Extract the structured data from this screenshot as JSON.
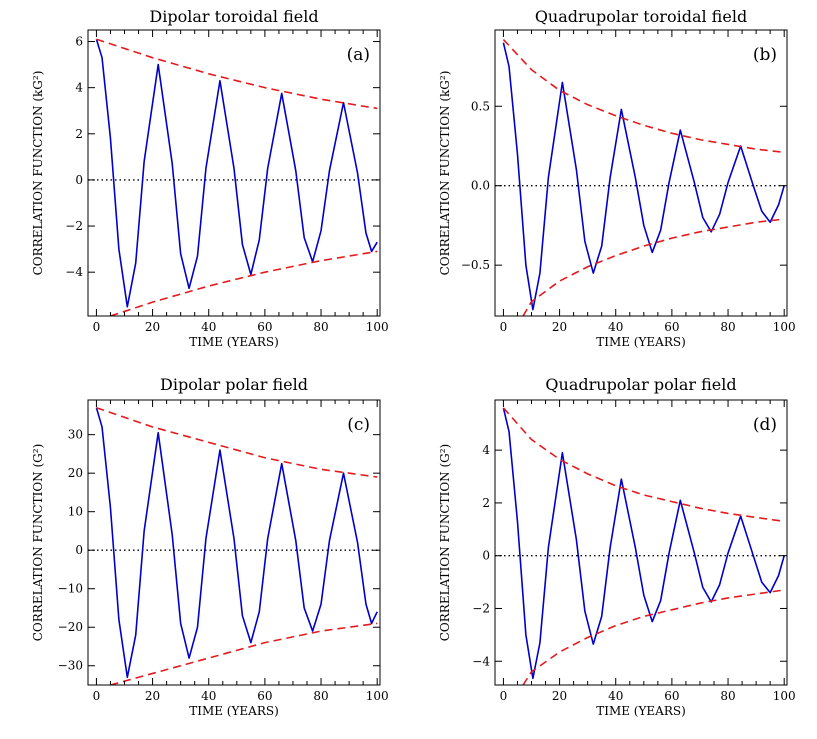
{
  "figure": {
    "line_colors": {
      "signal": "#0000cc",
      "envelope": "#e41a1c",
      "zero": "#000000"
    }
  },
  "chart_data": [
    {
      "type": "line",
      "panel_label": "(a)",
      "title": "Dipolar toroidal field",
      "xlabel": "TIME (YEARS)",
      "ylabel": "CORRELATION FUNCTION (kG²)",
      "xlim": [
        -3,
        101
      ],
      "ylim": [
        -5.9,
        6.5
      ],
      "xticks": [
        0,
        20,
        40,
        60,
        80,
        100
      ],
      "yticks": [
        -4,
        -2,
        0,
        2,
        4,
        6
      ],
      "xtick_labels": [
        "0",
        "20",
        "40",
        "60",
        "80",
        "100"
      ],
      "ytick_labels": [
        "−4",
        "−2",
        "0",
        "2",
        "4",
        "6"
      ],
      "zero_line": true,
      "series": [
        {
          "style": "solid",
          "color": "#0000cc",
          "x": [
            0,
            2,
            5,
            8,
            11,
            14,
            17,
            22,
            27,
            30,
            33,
            36,
            39,
            44,
            49,
            52,
            55,
            58,
            61,
            66,
            71,
            74,
            77,
            80,
            83,
            88,
            93,
            96,
            98,
            100
          ],
          "y": [
            6.1,
            5.3,
            1.8,
            -3.0,
            -5.5,
            -3.6,
            0.8,
            5.0,
            0.7,
            -3.2,
            -4.7,
            -3.3,
            0.5,
            4.3,
            0.5,
            -2.8,
            -4.1,
            -2.6,
            0.5,
            3.75,
            0.4,
            -2.5,
            -3.55,
            -2.2,
            0.4,
            3.35,
            0.3,
            -2.3,
            -3.1,
            -2.7
          ]
        },
        {
          "style": "dashed",
          "color": "#e41a1c",
          "x": [
            0,
            20,
            40,
            60,
            80,
            100
          ],
          "y": [
            6.1,
            5.3,
            4.6,
            4.0,
            3.5,
            3.1
          ]
        },
        {
          "style": "dashed",
          "color": "#e41a1c",
          "x": [
            5,
            20,
            40,
            60,
            80,
            100
          ],
          "y": [
            -5.9,
            -5.3,
            -4.6,
            -4.0,
            -3.5,
            -3.1
          ]
        }
      ]
    },
    {
      "type": "line",
      "panel_label": "(b)",
      "title": "Quadrupolar toroidal field",
      "xlabel": "TIME (YEARS)",
      "ylabel": "CORRELATION FUNCTION (kG²)",
      "xlim": [
        -3,
        101
      ],
      "ylim": [
        -0.82,
        0.98
      ],
      "xticks": [
        0,
        20,
        40,
        60,
        80,
        100
      ],
      "yticks": [
        -0.5,
        0.0,
        0.5
      ],
      "xtick_labels": [
        "0",
        "20",
        "40",
        "60",
        "80",
        "100"
      ],
      "ytick_labels": [
        "−0.5",
        "0.0",
        "0.5"
      ],
      "zero_line": true,
      "series": [
        {
          "style": "solid",
          "color": "#0000cc",
          "x": [
            0,
            2,
            5,
            8,
            10.5,
            13,
            16,
            21,
            26,
            29,
            32,
            35,
            38,
            42,
            47,
            50,
            53,
            56,
            59,
            63,
            68,
            71,
            74,
            77,
            80,
            84.5,
            89,
            92,
            95,
            98,
            100
          ],
          "y": [
            0.9,
            0.75,
            0.2,
            -0.5,
            -0.78,
            -0.55,
            0.05,
            0.65,
            0.1,
            -0.35,
            -0.55,
            -0.38,
            0.05,
            0.48,
            0.05,
            -0.25,
            -0.42,
            -0.28,
            0.02,
            0.35,
            0.02,
            -0.2,
            -0.29,
            -0.18,
            0.02,
            0.25,
            0.0,
            -0.16,
            -0.23,
            -0.12,
            0.0
          ]
        },
        {
          "style": "dashed",
          "color": "#e41a1c",
          "x": [
            0,
            10,
            20,
            30,
            40,
            50,
            60,
            70,
            80,
            90,
            100
          ],
          "y": [
            0.92,
            0.73,
            0.6,
            0.51,
            0.44,
            0.38,
            0.33,
            0.29,
            0.26,
            0.23,
            0.21
          ]
        },
        {
          "style": "dashed",
          "color": "#e41a1c",
          "x": [
            7,
            10,
            20,
            30,
            40,
            50,
            60,
            70,
            80,
            90,
            100
          ],
          "y": [
            -0.82,
            -0.73,
            -0.6,
            -0.51,
            -0.44,
            -0.38,
            -0.33,
            -0.29,
            -0.26,
            -0.23,
            -0.21
          ]
        }
      ]
    },
    {
      "type": "line",
      "panel_label": "(c)",
      "title": "Dipolar polar field",
      "xlabel": "TIME (YEARS)",
      "ylabel": "CORRELATION FUNCTION (G²)",
      "xlim": [
        -3,
        101
      ],
      "ylim": [
        -35,
        39
      ],
      "xticks": [
        0,
        20,
        40,
        60,
        80,
        100
      ],
      "yticks": [
        -30,
        -20,
        -10,
        0,
        10,
        20,
        30
      ],
      "xtick_labels": [
        "0",
        "20",
        "40",
        "60",
        "80",
        "100"
      ],
      "ytick_labels": [
        "−30",
        "−20",
        "−10",
        "0",
        "10",
        "20",
        "30"
      ],
      "zero_line": true,
      "series": [
        {
          "style": "solid",
          "color": "#0000cc",
          "x": [
            0,
            2,
            5,
            8,
            11,
            14,
            17,
            22,
            27,
            30,
            33,
            36,
            39,
            44,
            49,
            52,
            55,
            58,
            61,
            66,
            71,
            74,
            77,
            80,
            83,
            88,
            93,
            96,
            98,
            100
          ],
          "y": [
            37,
            32,
            11,
            -18,
            -33,
            -22,
            5,
            30.5,
            4,
            -19,
            -28,
            -20,
            3,
            26,
            3,
            -17,
            -24,
            -16,
            3,
            22.5,
            2.5,
            -15,
            -21,
            -14,
            2.5,
            20,
            2,
            -14,
            -19,
            -16
          ]
        },
        {
          "style": "dashed",
          "color": "#e41a1c",
          "x": [
            0,
            20,
            40,
            60,
            80,
            100
          ],
          "y": [
            37,
            32,
            28,
            24,
            21,
            19
          ]
        },
        {
          "style": "dashed",
          "color": "#e41a1c",
          "x": [
            5,
            20,
            40,
            60,
            80,
            100
          ],
          "y": [
            -35,
            -32,
            -28,
            -24,
            -21,
            -19
          ]
        }
      ]
    },
    {
      "type": "line",
      "panel_label": "(d)",
      "title": "Quadrupolar polar field",
      "xlabel": "TIME (YEARS)",
      "ylabel": "CORRELATION FUNCTION (G²)",
      "xlim": [
        -3,
        101
      ],
      "ylim": [
        -4.9,
        5.9
      ],
      "xticks": [
        0,
        20,
        40,
        60,
        80,
        100
      ],
      "yticks": [
        -4,
        -2,
        0,
        2,
        4
      ],
      "xtick_labels": [
        "0",
        "20",
        "40",
        "60",
        "80",
        "100"
      ],
      "ytick_labels": [
        "−4",
        "−2",
        "0",
        "2",
        "4"
      ],
      "zero_line": true,
      "series": [
        {
          "style": "solid",
          "color": "#0000cc",
          "x": [
            0,
            2,
            5,
            8,
            10.5,
            13,
            16,
            21,
            26,
            29,
            32,
            35,
            38,
            42,
            47,
            50,
            53,
            56,
            59,
            63,
            68,
            71,
            74,
            77,
            80,
            84.5,
            89,
            92,
            95,
            98,
            100
          ],
          "y": [
            5.6,
            4.7,
            1.3,
            -3.0,
            -4.65,
            -3.3,
            0.3,
            3.9,
            0.6,
            -2.1,
            -3.35,
            -2.3,
            0.3,
            2.9,
            0.3,
            -1.5,
            -2.5,
            -1.7,
            0.1,
            2.1,
            0.1,
            -1.2,
            -1.75,
            -1.1,
            0.1,
            1.5,
            0.0,
            -1.0,
            -1.4,
            -0.75,
            0.0
          ]
        },
        {
          "style": "dashed",
          "color": "#e41a1c",
          "x": [
            0,
            10,
            20,
            30,
            40,
            50,
            60,
            70,
            80,
            90,
            100
          ],
          "y": [
            5.6,
            4.4,
            3.65,
            3.1,
            2.65,
            2.3,
            2.05,
            1.8,
            1.6,
            1.45,
            1.3
          ]
        },
        {
          "style": "dashed",
          "color": "#e41a1c",
          "x": [
            7,
            10,
            20,
            30,
            40,
            50,
            60,
            70,
            80,
            90,
            100
          ],
          "y": [
            -4.9,
            -4.4,
            -3.65,
            -3.1,
            -2.65,
            -2.3,
            -2.05,
            -1.8,
            -1.6,
            -1.45,
            -1.3
          ]
        }
      ]
    }
  ]
}
